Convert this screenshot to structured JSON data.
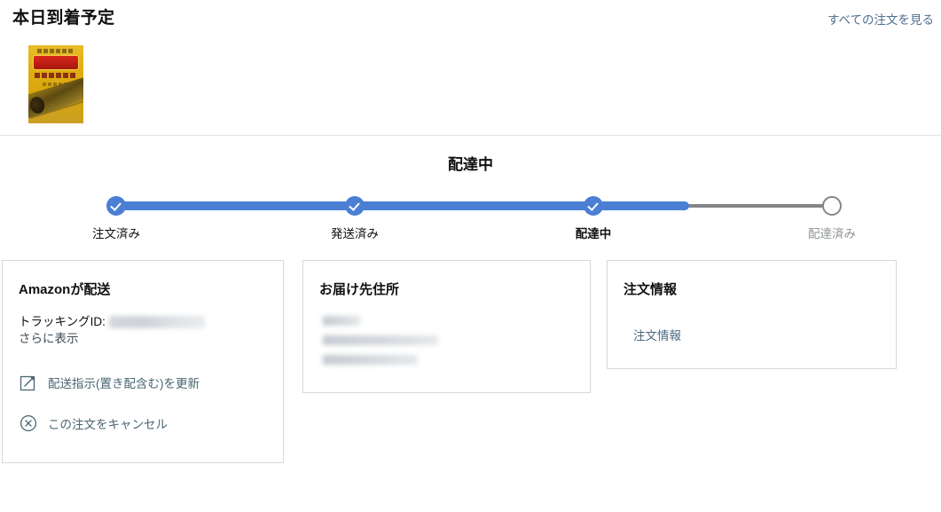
{
  "header": {
    "title": "本日到着予定",
    "all_orders_link": "すべての注文を見る",
    "product_thumbnail_alt": "product-thumbnail"
  },
  "tracker": {
    "status_title": "配達中",
    "progress_percent": 80,
    "accent_color": "#4a7fd4",
    "inactive_color": "#848688",
    "steps": [
      {
        "label": "注文済み",
        "state": "done"
      },
      {
        "label": "発送済み",
        "state": "done"
      },
      {
        "label": "配達中",
        "state": "current"
      },
      {
        "label": "配達済み",
        "state": "pending"
      }
    ]
  },
  "cards": {
    "shipper": {
      "title": "Amazonが配送",
      "tracking_label": "トラッキングID:",
      "tracking_value": "",
      "more_link": "さらに表示",
      "actions": [
        {
          "label": "配送指示(置き配含む)を更新",
          "icon": "edit-square-icon"
        },
        {
          "label": "この注文をキャンセル",
          "icon": "cancel-circle-icon"
        }
      ]
    },
    "address": {
      "title": "お届け先住所",
      "lines": [
        "",
        "",
        ""
      ]
    },
    "order": {
      "title": "注文情報",
      "link": "注文情報"
    }
  }
}
